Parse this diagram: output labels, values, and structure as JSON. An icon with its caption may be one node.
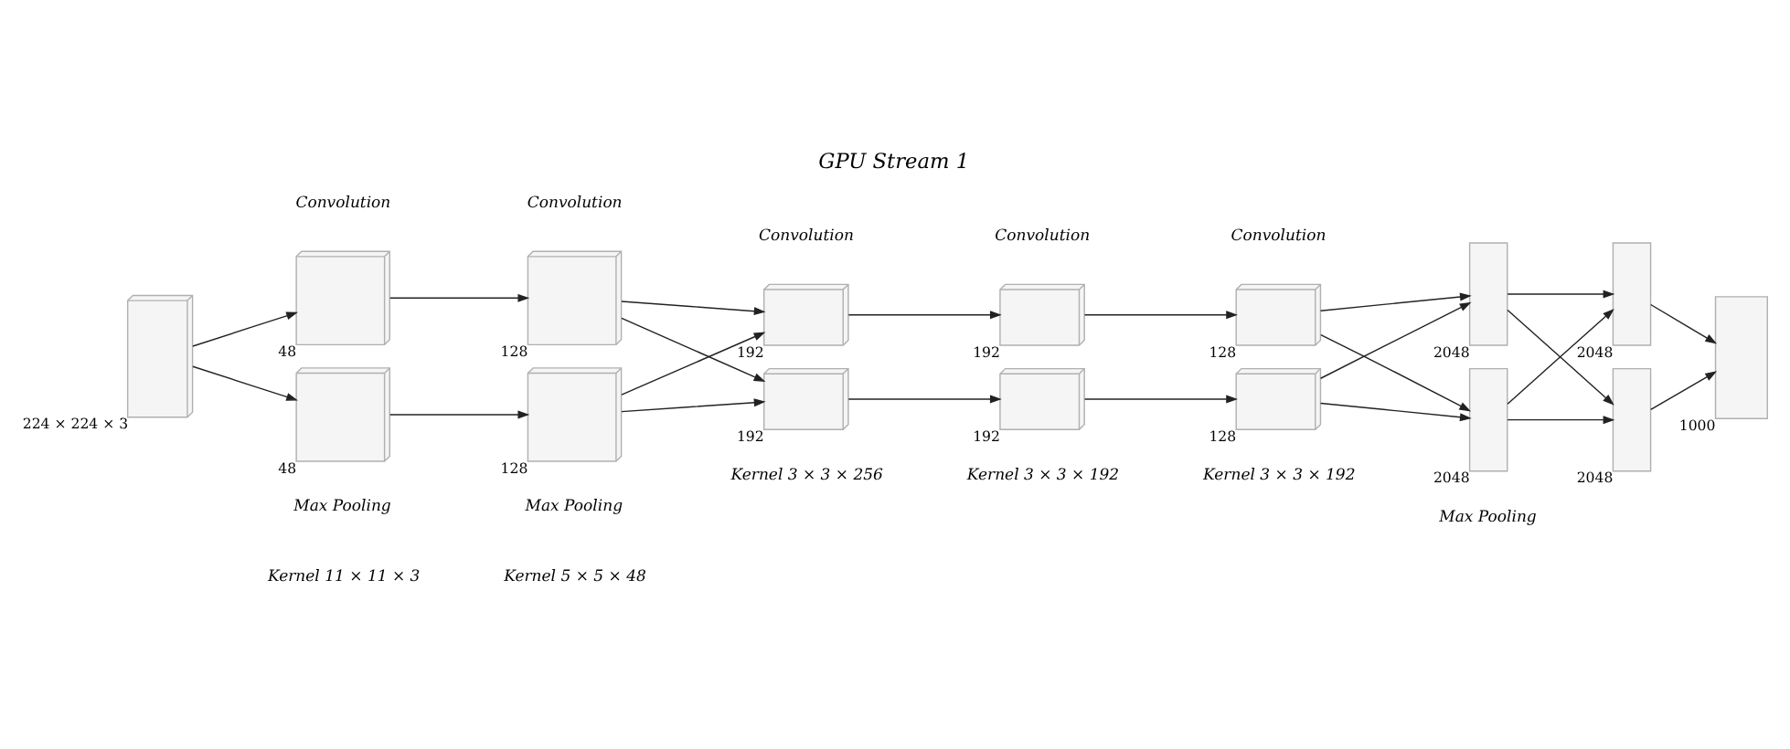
{
  "diagram": {
    "title": "GPU Stream 1",
    "nodes": [
      {
        "text": [],
        "shape": "box",
        "beside": [
          "224 × 224 × 3"
        ]
      },
      {
        "text": [],
        "shape": "box",
        "beside": [
          "48"
        ]
      },
      {
        "text": [],
        "shape": "box",
        "beside": [
          "48"
        ]
      },
      {
        "text": [],
        "shape": "box",
        "beside": [
          "128"
        ]
      },
      {
        "text": [],
        "shape": "box",
        "beside": [
          "128"
        ]
      },
      {
        "text": [],
        "shape": "box",
        "beside": [
          "192"
        ]
      },
      {
        "text": [],
        "shape": "box",
        "beside": [
          "192"
        ]
      },
      {
        "text": [],
        "shape": "box",
        "beside": [
          "192"
        ]
      },
      {
        "text": [],
        "shape": "box",
        "beside": [
          "192"
        ]
      },
      {
        "text": [],
        "shape": "box",
        "beside": [
          "128"
        ]
      },
      {
        "text": [],
        "shape": "box",
        "beside": [
          "128"
        ]
      },
      {
        "text": [],
        "shape": "box",
        "beside": [
          "2048"
        ]
      },
      {
        "text": [],
        "shape": "box",
        "beside": [
          "2048"
        ]
      },
      {
        "text": [],
        "shape": "box",
        "beside": [
          "2048"
        ]
      },
      {
        "text": [],
        "shape": "box",
        "beside": [
          "2048"
        ]
      },
      {
        "text": [],
        "shape": "box",
        "beside": [
          "1000"
        ]
      }
    ],
    "edges": [
      {
        "from": 0,
        "to": 1,
        "arrow": "to"
      },
      {
        "from": 0,
        "to": 2,
        "arrow": "to"
      },
      {
        "from": 1,
        "to": 3,
        "arrow": "to"
      },
      {
        "from": 2,
        "to": 4,
        "arrow": "to"
      },
      {
        "from": 3,
        "to": 5,
        "arrow": "to"
      },
      {
        "from": 3,
        "to": 6,
        "arrow": "to"
      },
      {
        "from": 4,
        "to": 5,
        "arrow": "to"
      },
      {
        "from": 4,
        "to": 6,
        "arrow": "to"
      },
      {
        "from": 5,
        "to": 7,
        "arrow": "to"
      },
      {
        "from": 6,
        "to": 8,
        "arrow": "to"
      },
      {
        "from": 7,
        "to": 9,
        "arrow": "to"
      },
      {
        "from": 8,
        "to": 10,
        "arrow": "to"
      },
      {
        "from": 9,
        "to": 11,
        "arrow": "to"
      },
      {
        "from": 9,
        "to": 12,
        "arrow": "to"
      },
      {
        "from": 10,
        "to": 11,
        "arrow": "to"
      },
      {
        "from": 10,
        "to": 12,
        "arrow": "to"
      },
      {
        "from": 11,
        "to": 13,
        "arrow": "to"
      },
      {
        "from": 11,
        "to": 14,
        "arrow": "to"
      },
      {
        "from": 12,
        "to": 13,
        "arrow": "to"
      },
      {
        "from": 12,
        "to": 14,
        "arrow": "to"
      },
      {
        "from": 13,
        "to": 15,
        "arrow": "to"
      },
      {
        "from": 14,
        "to": 15,
        "arrow": "to"
      }
    ],
    "labels": [
      "Convolution",
      "Convolution",
      "Convolution",
      "Convolution",
      "Convolution",
      "Max Pooling",
      "Max Pooling",
      "Max Pooling",
      "Kernel 11 × 11 × 3",
      "Kernel 5 × 5 × 48",
      "Kernel 3 × 3 × 256",
      "Kernel 3 × 3 × 192",
      "Kernel 3 × 3 × 192"
    ]
  }
}
